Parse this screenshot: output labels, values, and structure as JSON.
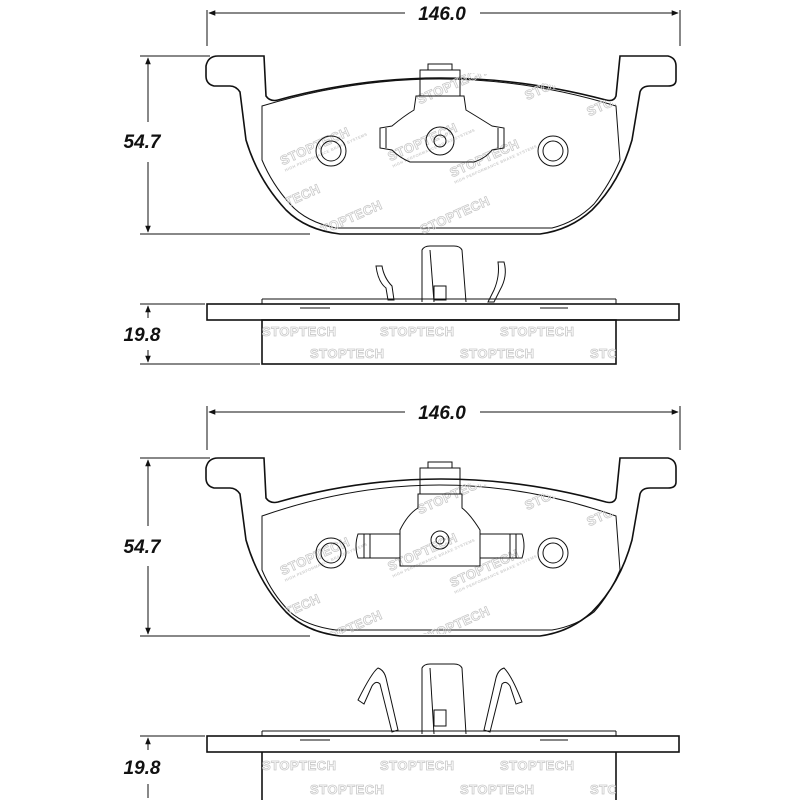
{
  "views": [
    {
      "width_label": "146.0",
      "height_label": "54.7",
      "thickness_label": "19.8"
    },
    {
      "width_label": "146.0",
      "height_label": "54.7",
      "thickness_label": "19.8"
    }
  ],
  "watermark": {
    "brand": "STOPTECH",
    "tagline": "HIGH PERFORMANCE BRAKE SYSTEMS"
  }
}
